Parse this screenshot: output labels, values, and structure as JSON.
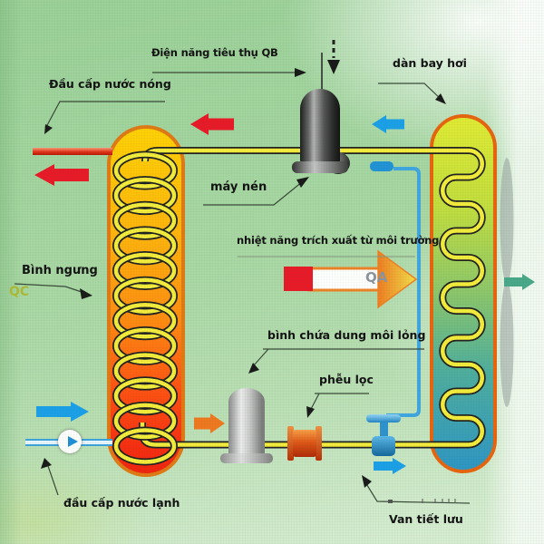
{
  "labels": {
    "electric_input": "Điện năng tiêu thụ QB",
    "evaporator": "dàn bay hơi",
    "hot_water_supply": "Đầu cấp nước nóng",
    "compressor": "máy nén",
    "ambient_heat": "nhiệt năng trích xuất từ môi trường",
    "ambient_heat_symbol": "QA",
    "condenser": "Bình ngưng",
    "condenser_heat_symbol": "QC",
    "liquid_receiver": "bình chứa dung môi lỏng",
    "filter": "phễu lọc",
    "cold_water_supply": "đầu cấp nước lạnh",
    "expansion_valve": "Van tiết lưu"
  },
  "colors": {
    "background_green": "#a5d5a1",
    "condenser_gradient_top": "#ffd106",
    "condenser_gradient_bottom": "#ef2410",
    "evaporator_gradient_top": "#e0ea34",
    "evaporator_gradient_bottom": "#2f96c4",
    "tank_border_orange": "#e87c14",
    "refrigerant_pipe_yellow": "#f4ec3c",
    "hot_arrow_red": "#e81a28",
    "cold_arrow_blue": "#1ba0e8",
    "warm_arrow_orange": "#f07820",
    "air_arrow_green": "#4aa98a",
    "valve_blue": "#2f93d0",
    "filter_orange": "#e05818",
    "metal_gray": "#9a9a9a"
  }
}
